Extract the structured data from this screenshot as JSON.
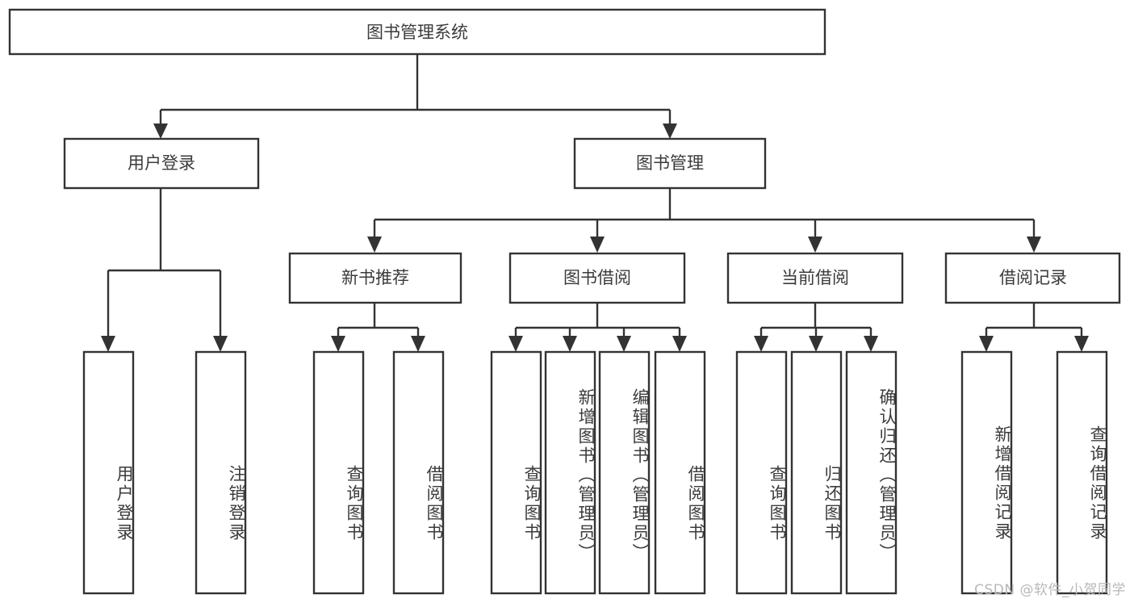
{
  "diagram": {
    "title": "图书管理系统",
    "root": {
      "label": "图书管理系统",
      "name": "root-node"
    },
    "level2": [
      {
        "label": "用户登录",
        "name": "node-user-login"
      },
      {
        "label": "图书管理",
        "name": "node-book-management"
      }
    ],
    "level3": [
      {
        "label": "新书推荐",
        "name": "node-new-book-recommend"
      },
      {
        "label": "图书借阅",
        "name": "node-book-borrow"
      },
      {
        "label": "当前借阅",
        "name": "node-current-borrow"
      },
      {
        "label": "借阅记录",
        "name": "node-borrow-record"
      }
    ],
    "leaves": {
      "user_login": [
        {
          "label": "用户登录",
          "name": "leaf-user-login"
        },
        {
          "label": "注销登录",
          "name": "leaf-logout"
        }
      ],
      "new_book_recommend": [
        {
          "label": "查询图书",
          "name": "leaf-query-book-1"
        },
        {
          "label": "借阅图书",
          "name": "leaf-borrow-book-1"
        }
      ],
      "book_borrow": [
        {
          "label": "查询图书",
          "name": "leaf-query-book-2"
        },
        {
          "label": "新增图书（管理员）",
          "name": "leaf-add-book-admin"
        },
        {
          "label": "编辑图书（管理员）",
          "name": "leaf-edit-book-admin"
        },
        {
          "label": "借阅图书",
          "name": "leaf-borrow-book-2"
        }
      ],
      "current_borrow": [
        {
          "label": "查询图书",
          "name": "leaf-query-book-3"
        },
        {
          "label": "归还图书",
          "name": "leaf-return-book"
        },
        {
          "label": "确认归还（管理员）",
          "name": "leaf-confirm-return-admin"
        }
      ],
      "borrow_record": [
        {
          "label": "新增借阅记录",
          "name": "leaf-add-borrow-record"
        },
        {
          "label": "查询借阅记录",
          "name": "leaf-query-borrow-record"
        }
      ]
    },
    "watermark": "CSDN @软件_小贺同学",
    "colors": {
      "stroke": "#333333",
      "text": "#3b3b3b",
      "background": "#ffffff",
      "watermark": "#b8b8b8"
    }
  }
}
